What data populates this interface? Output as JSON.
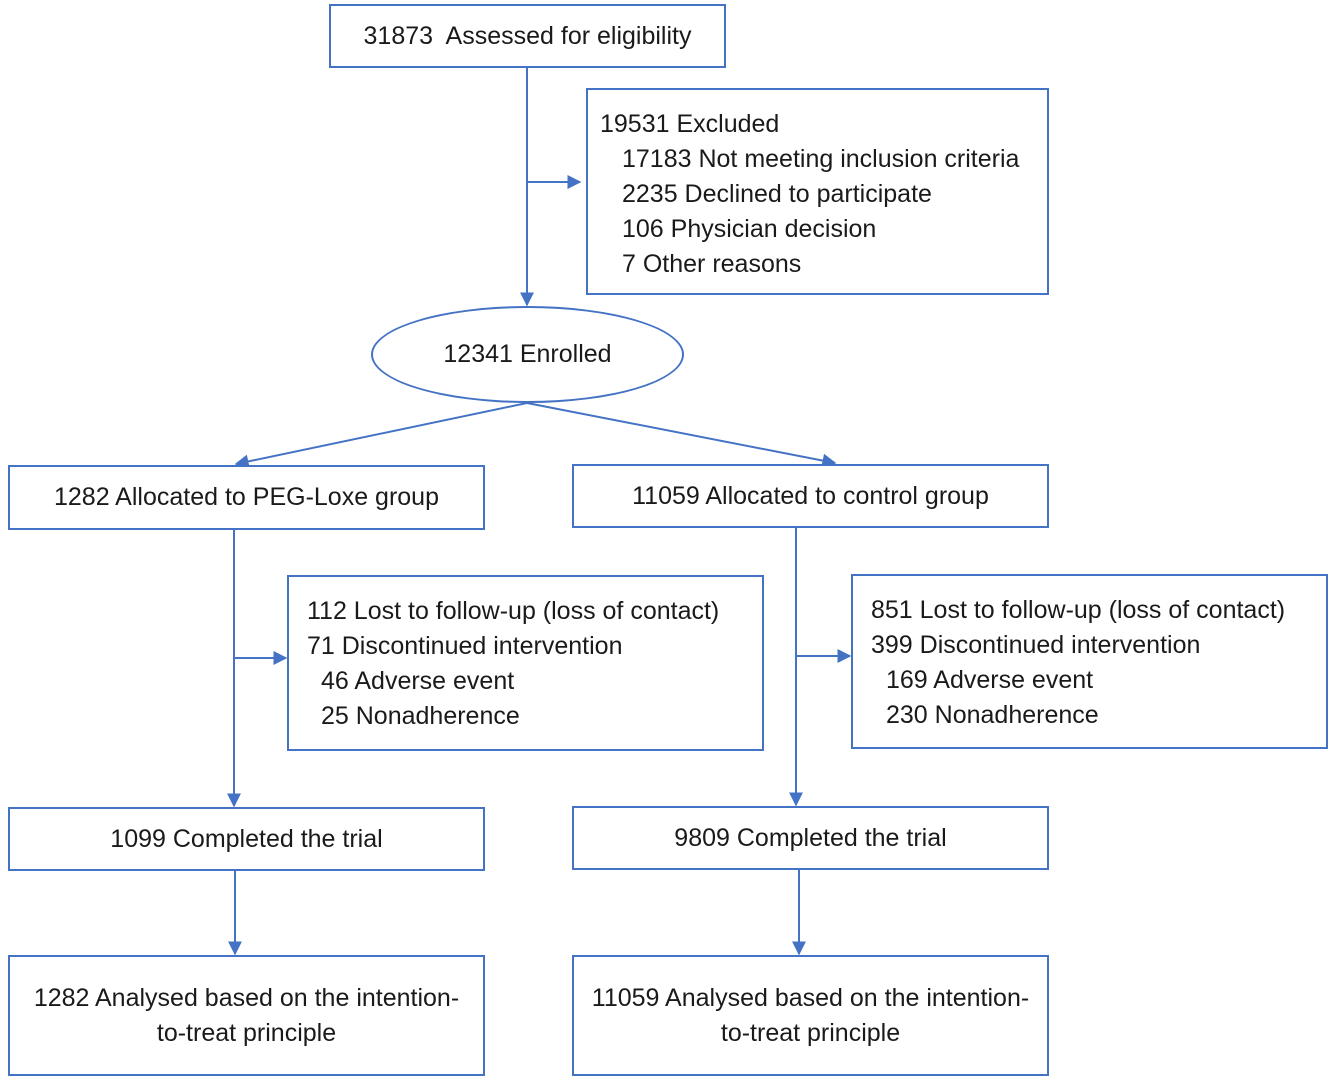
{
  "colors": {
    "line": "#4472c4",
    "text": "#1a1a1a"
  },
  "assessed": "31873  Assessed for eligibility",
  "excluded": {
    "title": "19531 Excluded",
    "reasons": [
      "17183 Not meeting inclusion criteria",
      "2235 Declined to participate",
      "106 Physician decision",
      "7 Other reasons"
    ]
  },
  "enrolled": "12341 Enrolled",
  "peg": {
    "allocated": "1282 Allocated to PEG-Loxe group",
    "lost": "112 Lost to follow-up (loss of contact)",
    "discontinued": "71 Discontinued intervention",
    "reasons": [
      "46 Adverse event",
      "25 Nonadherence"
    ],
    "completed": "1099 Completed the trial",
    "analysed_line1": "1282 Analysed based on the intention-",
    "analysed_line2": "to-treat principle"
  },
  "control": {
    "allocated": "11059 Allocated to control group",
    "lost": "851 Lost to follow-up (loss of contact)",
    "discontinued": "399 Discontinued intervention",
    "reasons": [
      "169 Adverse event",
      "230 Nonadherence"
    ],
    "completed": "9809 Completed the trial",
    "analysed_line1": "11059 Analysed based on the intention-",
    "analysed_line2": "to-treat principle"
  }
}
